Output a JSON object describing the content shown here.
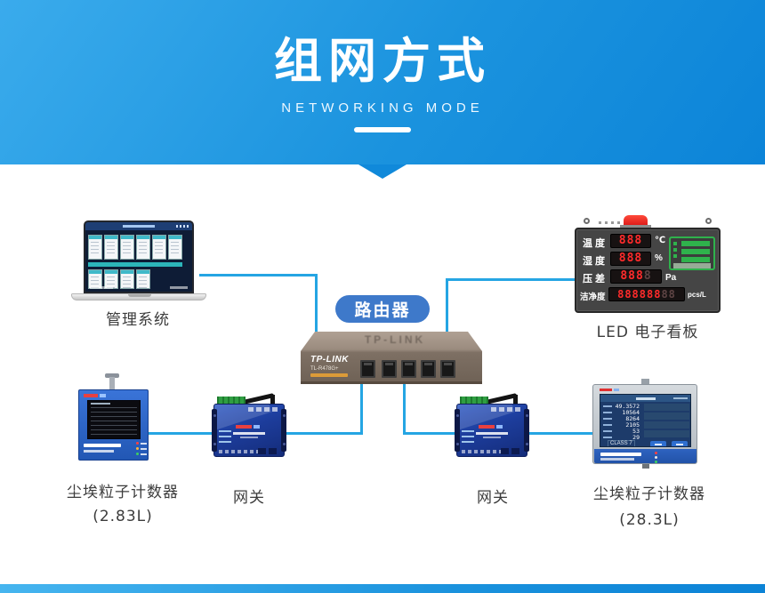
{
  "header": {
    "title": "组网方式",
    "subtitle": "NETWORKING MODE"
  },
  "colors": {
    "header_gradient_start": "#3aabec",
    "header_gradient_end": "#0c84d8",
    "line": "#25a5e3",
    "router_tag_bg": "#3e79ca",
    "led_digit_red": "#ff2b2b",
    "led_green": "#2fb24c",
    "device_blue": "#2f6ace",
    "gateway_navy": "#1d3d9c"
  },
  "diagram": {
    "router_tag": "路由器",
    "router": {
      "brand": "TP-LINK",
      "model": "TL-R478G+"
    },
    "management": {
      "label": "管理系统"
    },
    "led_board": {
      "label": "LED 电子看板",
      "rows": [
        {
          "name": "温度",
          "value": "888",
          "dim": "",
          "unit": "℃"
        },
        {
          "name": "湿度",
          "value": "888",
          "dim": "",
          "unit": "%"
        },
        {
          "name": "压差",
          "value": "888",
          "dim": "8",
          "unit": "Pa"
        },
        {
          "name": "洁净度",
          "value": "888888",
          "dim": "88",
          "unit": "pcs/L"
        }
      ]
    },
    "counter_small": {
      "label": "尘埃粒子计数器",
      "capacity": "(2.83L)"
    },
    "gateway_left": {
      "label": "网关"
    },
    "gateway_right": {
      "label": "网关"
    },
    "counter_large": {
      "label": "尘埃粒子计数器",
      "capacity": "(28.3L)",
      "screen_values": [
        "49.3572",
        "10564",
        "8264",
        "2105",
        "53",
        "29"
      ],
      "class_text": "CLASS 7"
    }
  }
}
